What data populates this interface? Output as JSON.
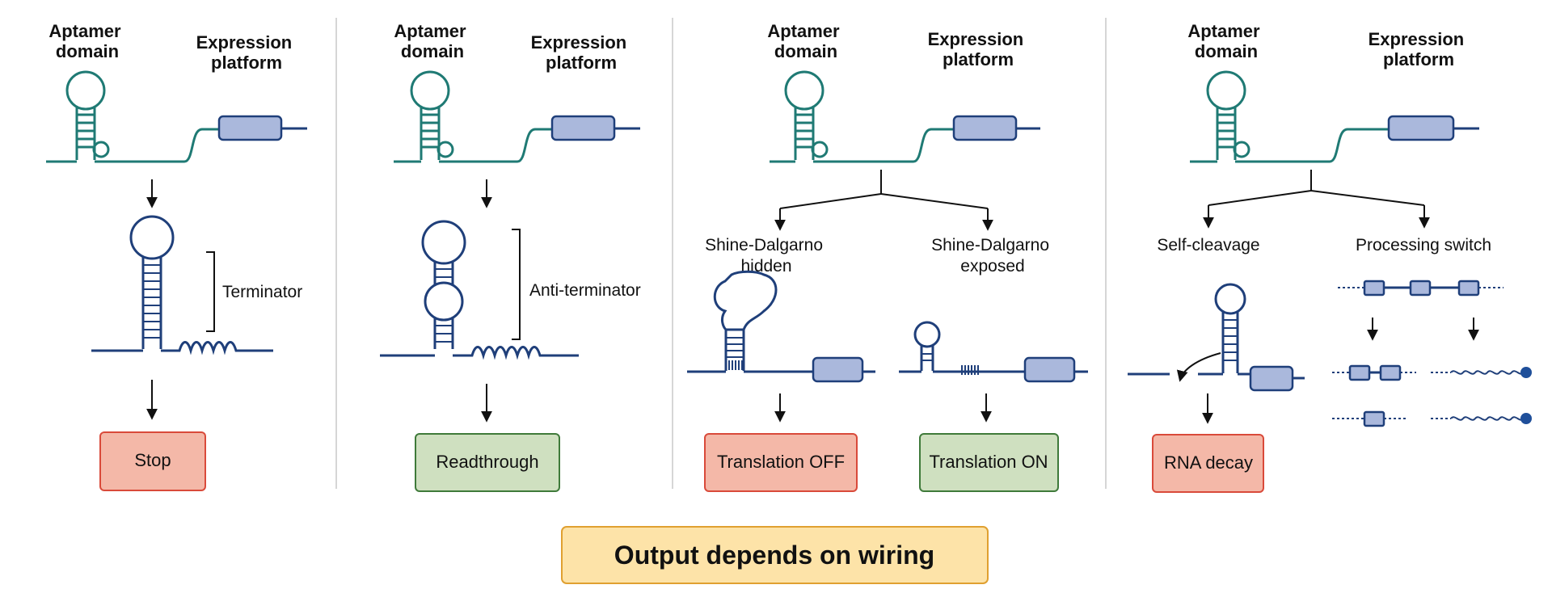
{
  "panels": [
    {
      "aptamer_label": [
        "Aptamer",
        "domain"
      ],
      "expression_label": [
        "Expression",
        "platform"
      ],
      "structure_label": "Terminator",
      "outcome": "Stop",
      "outcome_color": "#f4b8a8"
    },
    {
      "aptamer_label": [
        "Aptamer",
        "domain"
      ],
      "expression_label": [
        "Expression",
        "platform"
      ],
      "structure_label": "Anti-terminator",
      "outcome": "Readthrough",
      "outcome_color": "#cfe0c0"
    },
    {
      "aptamer_label": [
        "Aptamer",
        "domain"
      ],
      "expression_label": [
        "Expression",
        "platform"
      ],
      "branch_left": [
        "Shine-Dalgarno",
        "hidden"
      ],
      "branch_right": [
        "Shine-Dalgarno",
        "exposed"
      ],
      "outcome_left": "Translation OFF",
      "outcome_right": "Translation ON",
      "outcome_left_color": "#f4b8a8",
      "outcome_right_color": "#cfe0c0"
    },
    {
      "aptamer_label": [
        "Aptamer",
        "domain"
      ],
      "expression_label": [
        "Expression",
        "platform"
      ],
      "branch_left": "Self-cleavage",
      "branch_right": "Processing switch",
      "outcome": "RNA decay",
      "outcome_color": "#f4b8a8"
    }
  ],
  "banner": {
    "text": "Output depends on wiring",
    "color": "#fde3a8"
  },
  "colors": {
    "aptamer": "#1f7a74",
    "rna": "#1f3f7a",
    "gene_box": "#aab8dc",
    "off_box_border": "#d94a3a",
    "on_box_border": "#3f7a3a",
    "banner_border": "#e0a030"
  }
}
